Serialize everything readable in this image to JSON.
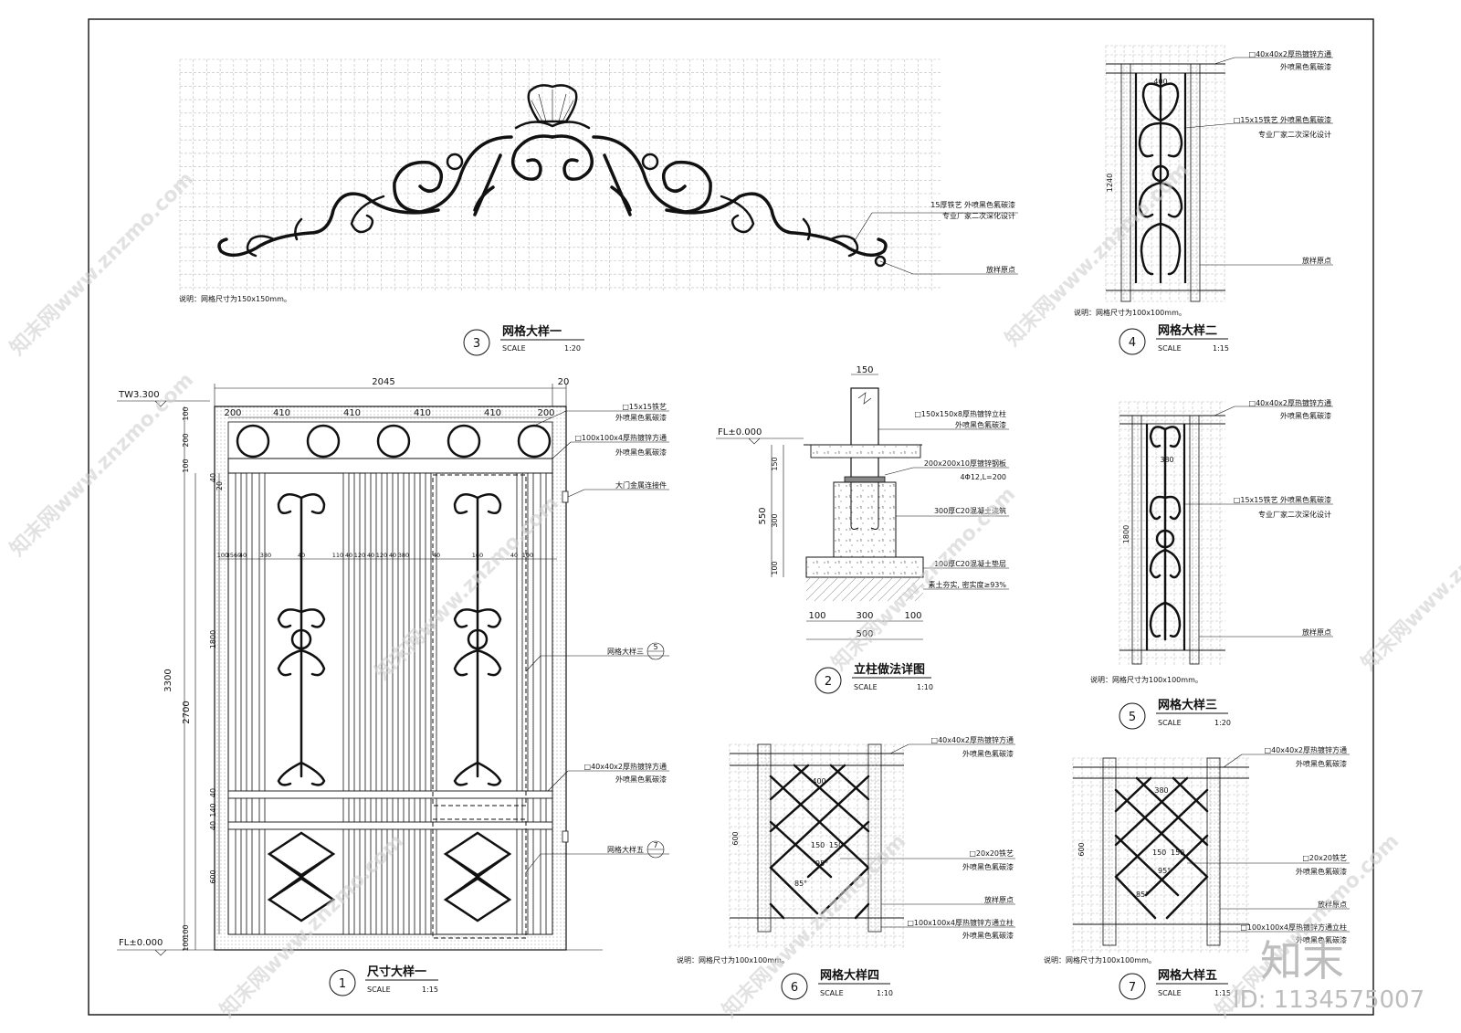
{
  "watermark": {
    "text": "知末网www.znzmo.com",
    "logo": "知末",
    "id": "ID: 1134575007"
  },
  "detail3": {
    "num": "3",
    "title": "网格大样一",
    "scale_word": "SCALE",
    "scale": "1:20",
    "note": "说明：网格尺寸为150x150mm。",
    "callouts": [
      "15厚铁艺 外喷黑色氟碳漆",
      "专业厂家二次深化设计",
      "放样原点"
    ]
  },
  "detail4": {
    "num": "4",
    "title": "网格大样二",
    "scale_word": "SCALE",
    "scale": "1:15",
    "note": "说明：网格尺寸为100x100mm。",
    "dims": [
      "400",
      "1240"
    ],
    "callouts": [
      "□40x40x2厚热镀锌方通",
      "外喷黑色氟碳漆",
      "□15x15铁艺  外喷黑色氟碳漆",
      "专业厂家二次深化设计",
      "放样原点"
    ]
  },
  "detail5": {
    "num": "5",
    "title": "网格大样三",
    "scale_word": "SCALE",
    "scale": "1:20",
    "note": "说明：网格尺寸为100x100mm。",
    "dims": [
      "380",
      "1800"
    ],
    "callouts": [
      "□40x40x2厚热镀锌方通",
      "外喷黑色氟碳漆",
      "□15x15铁艺  外喷黑色氟碳漆",
      "专业厂家二次深化设计",
      "放样原点"
    ]
  },
  "detail1": {
    "num": "1",
    "title": "尺寸大样一",
    "scale_word": "SCALE",
    "scale": "1:15",
    "tw": "TW3.300",
    "fl": "FL±0.000",
    "top_dims": [
      "2045",
      "20"
    ],
    "row_dims": [
      "200",
      "410",
      "410",
      "410",
      "410",
      "200"
    ],
    "left_dims": [
      "100",
      "200",
      "100",
      "40",
      "20",
      "1800",
      "40",
      "140",
      "40",
      "600",
      "100",
      "100"
    ],
    "total_dims": [
      "3300",
      "2700"
    ],
    "mid_dims": [
      "100",
      "3560",
      "40",
      "380",
      "40",
      "110",
      "40",
      "120",
      "40",
      "120",
      "40",
      "380",
      "40",
      "160",
      "40",
      "100"
    ],
    "callouts": [
      "□15x15铁艺",
      "外喷黑色氟碳漆",
      "□100x100x4厚热镀锌方通",
      "外喷黑色氟碳漆",
      "大门金属连接件",
      "网格大样三",
      "5",
      "□40x40x2厚热镀锌方通",
      "外喷黑色氟碳漆",
      "网格大样五",
      "7"
    ]
  },
  "detail2": {
    "num": "2",
    "title": "立柱做法详图",
    "scale_word": "SCALE",
    "scale": "1:10",
    "fl": "FL±0.000",
    "dims": [
      "150",
      "150",
      "550",
      "300",
      "100",
      "100",
      "300",
      "100",
      "500"
    ],
    "callouts": [
      "□150x150x8厚热镀锌立柱",
      "外喷黑色氟碳漆",
      "200x200x10厚镀锌钢板",
      "4Φ12,L=200",
      "300厚C20混凝土浇筑",
      "100厚C20混凝土垫层",
      "素土夯实, 密实度≥93%"
    ]
  },
  "detail6": {
    "num": "6",
    "title": "网格大样四",
    "scale_word": "SCALE",
    "scale": "1:10",
    "note": "说明：网格尺寸为100x100mm。",
    "dims": [
      "400",
      "600",
      "150",
      "150",
      "95°",
      "85°"
    ],
    "callouts": [
      "□40x40x2厚热镀锌方通",
      "外喷黑色氟碳漆",
      "□20x20铁艺",
      "外喷黑色氟碳漆",
      "放样原点",
      "□100x100x4厚热镀锌方通立柱",
      "外喷黑色氟碳漆"
    ]
  },
  "detail7": {
    "num": "7",
    "title": "网格大样五",
    "scale_word": "SCALE",
    "scale": "1:15",
    "note": "说明：网格尺寸为100x100mm。",
    "dims": [
      "380",
      "600",
      "150",
      "150",
      "95°",
      "85°"
    ],
    "callouts": [
      "□40x40x2厚热镀锌方通",
      "外喷黑色氟碳漆",
      "□20x20铁艺",
      "外喷黑色氟碳漆",
      "放样原点",
      "□100x100x4厚热镀锌方通立柱",
      "外喷黑色氟碳漆"
    ]
  }
}
